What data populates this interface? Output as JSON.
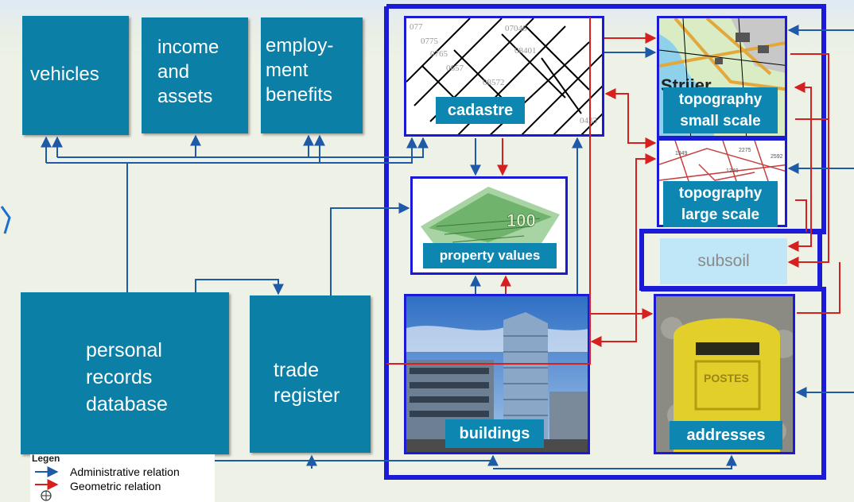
{
  "colors": {
    "box": "#0b7fa6",
    "frame": "#1b1bd6",
    "administrative": "#1e5aa8",
    "geometric": "#d62020",
    "subsoil_fill": "#bfe7f7",
    "subsoil_text": "#8a8a8a"
  },
  "boxes": {
    "vehicles": "vehicles",
    "income": "income\nand\nassets",
    "employment": "employ-\nment\nbenefits",
    "personal": "personal\nrecords\ndatabase",
    "trade": "trade\nregister"
  },
  "registries": {
    "cadastre": "cadastre",
    "topo_small": "topography\nsmall scale",
    "topo_large": "topography\nlarge scale",
    "property": "property values",
    "subsoil": "subsoil",
    "buildings": "buildings",
    "addresses": "addresses"
  },
  "legend": {
    "title": "Legen",
    "administrative": "Administrative relation",
    "geometric": "Geometric relation"
  }
}
